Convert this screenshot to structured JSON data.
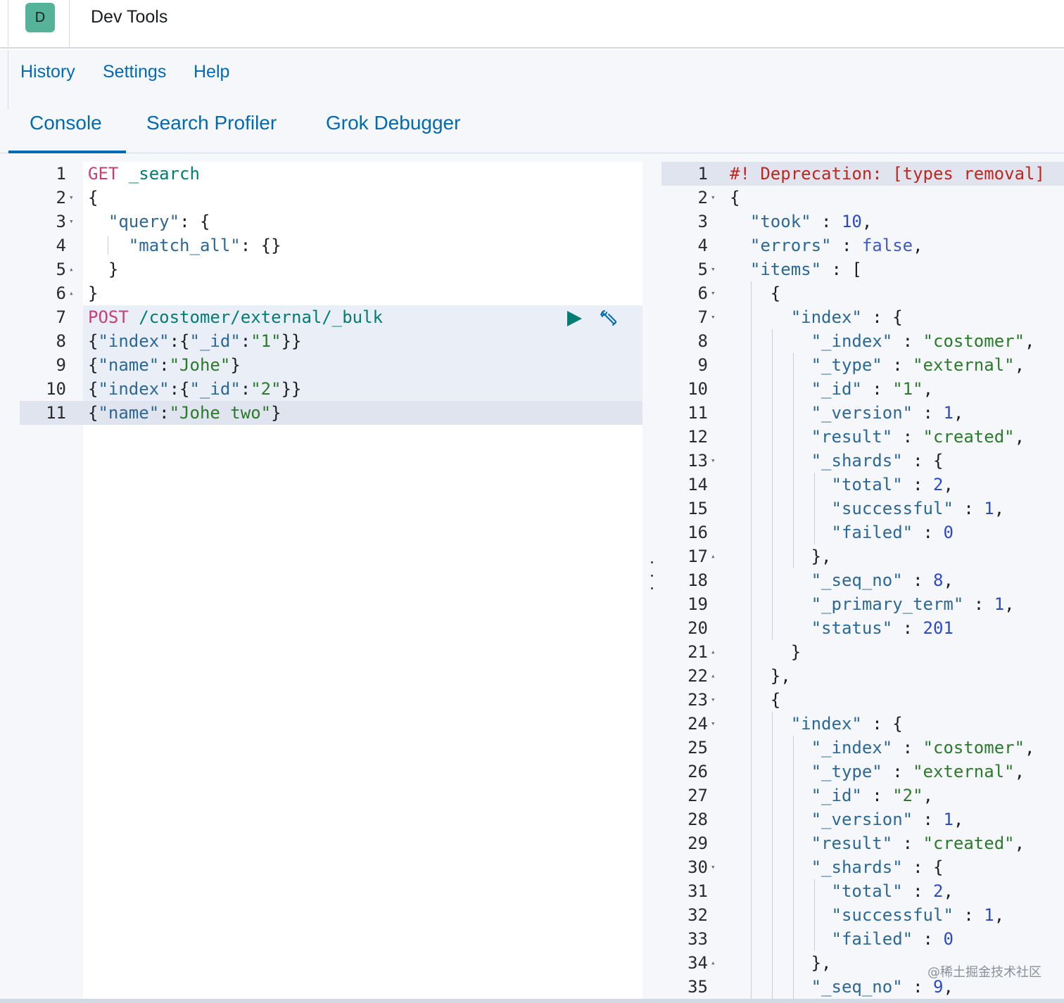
{
  "header": {
    "avatar_letter": "D",
    "app_title": "Dev Tools"
  },
  "menu": {
    "history": "History",
    "settings": "Settings",
    "help": "Help"
  },
  "tabs": [
    {
      "label": "Console",
      "active": true
    },
    {
      "label": "Search Profiler",
      "active": false
    },
    {
      "label": "Grok Debugger",
      "active": false
    }
  ],
  "colors": {
    "accent": "#006bb4",
    "avatar_bg": "#54b399",
    "run_button": "#017d73",
    "method": "#c4407c",
    "json_key": "#2c6895",
    "json_string": "#2b7a2b",
    "deprecation": "#bd271e"
  },
  "request_editor": {
    "lines": [
      {
        "n": "1",
        "fold": "",
        "tokens": [
          [
            "method",
            "GET"
          ],
          [
            "punc",
            " "
          ],
          [
            "url",
            "_search"
          ]
        ]
      },
      {
        "n": "2",
        "fold": "down",
        "tokens": [
          [
            "punc",
            "{"
          ]
        ]
      },
      {
        "n": "3",
        "fold": "down",
        "tokens": [
          [
            "punc",
            "  "
          ],
          [
            "key",
            "\"query\""
          ],
          [
            "punc",
            ": {"
          ]
        ]
      },
      {
        "n": "4",
        "fold": "",
        "tokens": [
          [
            "punc",
            "    "
          ],
          [
            "key",
            "\"match_all\""
          ],
          [
            "punc",
            ": {}"
          ]
        ]
      },
      {
        "n": "5",
        "fold": "up",
        "tokens": [
          [
            "punc",
            "  }"
          ]
        ]
      },
      {
        "n": "6",
        "fold": "up",
        "tokens": [
          [
            "punc",
            "}"
          ]
        ]
      },
      {
        "n": "7",
        "fold": "",
        "tokens": [
          [
            "method",
            "POST"
          ],
          [
            "punc",
            " "
          ],
          [
            "url",
            "/costomer/external/_bulk"
          ]
        ]
      },
      {
        "n": "8",
        "fold": "",
        "tokens": [
          [
            "punc",
            "{"
          ],
          [
            "key",
            "\"index\""
          ],
          [
            "punc",
            ":{"
          ],
          [
            "key",
            "\"_id\""
          ],
          [
            "punc",
            ":"
          ],
          [
            "str",
            "\"1\""
          ],
          [
            "punc",
            "}}"
          ]
        ]
      },
      {
        "n": "9",
        "fold": "",
        "tokens": [
          [
            "punc",
            "{"
          ],
          [
            "key",
            "\"name\""
          ],
          [
            "punc",
            ":"
          ],
          [
            "str",
            "\"Johe\""
          ],
          [
            "punc",
            "}"
          ]
        ]
      },
      {
        "n": "10",
        "fold": "",
        "tokens": [
          [
            "punc",
            "{"
          ],
          [
            "key",
            "\"index\""
          ],
          [
            "punc",
            ":{"
          ],
          [
            "key",
            "\"_id\""
          ],
          [
            "punc",
            ":"
          ],
          [
            "str",
            "\"2\""
          ],
          [
            "punc",
            "}}"
          ]
        ]
      },
      {
        "n": "11",
        "fold": "",
        "tokens": [
          [
            "punc",
            "{"
          ],
          [
            "key",
            "\"name\""
          ],
          [
            "punc",
            ":"
          ],
          [
            "str",
            "\"Johe two\""
          ],
          [
            "punc",
            "}"
          ]
        ]
      }
    ],
    "run_button": "play-icon",
    "settings_button": "wrench-icon"
  },
  "response_editor": {
    "lines": [
      {
        "n": "1",
        "fold": "",
        "tokens": [
          [
            "comment",
            "#! Deprecation: [types removal]"
          ]
        ]
      },
      {
        "n": "2",
        "fold": "down",
        "tokens": [
          [
            "punc",
            "{"
          ]
        ]
      },
      {
        "n": "3",
        "fold": "",
        "tokens": [
          [
            "punc",
            "  "
          ],
          [
            "key",
            "\"took\""
          ],
          [
            "punc",
            " : "
          ],
          [
            "num",
            "10"
          ],
          [
            "punc",
            ","
          ]
        ]
      },
      {
        "n": "4",
        "fold": "",
        "tokens": [
          [
            "punc",
            "  "
          ],
          [
            "key",
            "\"errors\""
          ],
          [
            "punc",
            " : "
          ],
          [
            "bool",
            "false"
          ],
          [
            "punc",
            ","
          ]
        ]
      },
      {
        "n": "5",
        "fold": "down",
        "tokens": [
          [
            "punc",
            "  "
          ],
          [
            "key",
            "\"items\""
          ],
          [
            "punc",
            " : ["
          ]
        ]
      },
      {
        "n": "6",
        "fold": "down",
        "tokens": [
          [
            "punc",
            "    {"
          ]
        ]
      },
      {
        "n": "7",
        "fold": "down",
        "tokens": [
          [
            "punc",
            "      "
          ],
          [
            "key",
            "\"index\""
          ],
          [
            "punc",
            " : {"
          ]
        ]
      },
      {
        "n": "8",
        "fold": "",
        "tokens": [
          [
            "punc",
            "        "
          ],
          [
            "key",
            "\"_index\""
          ],
          [
            "punc",
            " : "
          ],
          [
            "str",
            "\"costomer\""
          ],
          [
            "punc",
            ","
          ]
        ]
      },
      {
        "n": "9",
        "fold": "",
        "tokens": [
          [
            "punc",
            "        "
          ],
          [
            "key",
            "\"_type\""
          ],
          [
            "punc",
            " : "
          ],
          [
            "str",
            "\"external\""
          ],
          [
            "punc",
            ","
          ]
        ]
      },
      {
        "n": "10",
        "fold": "",
        "tokens": [
          [
            "punc",
            "        "
          ],
          [
            "key",
            "\"_id\""
          ],
          [
            "punc",
            " : "
          ],
          [
            "str",
            "\"1\""
          ],
          [
            "punc",
            ","
          ]
        ]
      },
      {
        "n": "11",
        "fold": "",
        "tokens": [
          [
            "punc",
            "        "
          ],
          [
            "key",
            "\"_version\""
          ],
          [
            "punc",
            " : "
          ],
          [
            "num",
            "1"
          ],
          [
            "punc",
            ","
          ]
        ]
      },
      {
        "n": "12",
        "fold": "",
        "tokens": [
          [
            "punc",
            "        "
          ],
          [
            "key",
            "\"result\""
          ],
          [
            "punc",
            " : "
          ],
          [
            "str",
            "\"created\""
          ],
          [
            "punc",
            ","
          ]
        ]
      },
      {
        "n": "13",
        "fold": "down",
        "tokens": [
          [
            "punc",
            "        "
          ],
          [
            "key",
            "\"_shards\""
          ],
          [
            "punc",
            " : {"
          ]
        ]
      },
      {
        "n": "14",
        "fold": "",
        "tokens": [
          [
            "punc",
            "          "
          ],
          [
            "key",
            "\"total\""
          ],
          [
            "punc",
            " : "
          ],
          [
            "num",
            "2"
          ],
          [
            "punc",
            ","
          ]
        ]
      },
      {
        "n": "15",
        "fold": "",
        "tokens": [
          [
            "punc",
            "          "
          ],
          [
            "key",
            "\"successful\""
          ],
          [
            "punc",
            " : "
          ],
          [
            "num",
            "1"
          ],
          [
            "punc",
            ","
          ]
        ]
      },
      {
        "n": "16",
        "fold": "",
        "tokens": [
          [
            "punc",
            "          "
          ],
          [
            "key",
            "\"failed\""
          ],
          [
            "punc",
            " : "
          ],
          [
            "num",
            "0"
          ]
        ]
      },
      {
        "n": "17",
        "fold": "up",
        "tokens": [
          [
            "punc",
            "        },"
          ]
        ]
      },
      {
        "n": "18",
        "fold": "",
        "tokens": [
          [
            "punc",
            "        "
          ],
          [
            "key",
            "\"_seq_no\""
          ],
          [
            "punc",
            " : "
          ],
          [
            "num",
            "8"
          ],
          [
            "punc",
            ","
          ]
        ]
      },
      {
        "n": "19",
        "fold": "",
        "tokens": [
          [
            "punc",
            "        "
          ],
          [
            "key",
            "\"_primary_term\""
          ],
          [
            "punc",
            " : "
          ],
          [
            "num",
            "1"
          ],
          [
            "punc",
            ","
          ]
        ]
      },
      {
        "n": "20",
        "fold": "",
        "tokens": [
          [
            "punc",
            "        "
          ],
          [
            "key",
            "\"status\""
          ],
          [
            "punc",
            " : "
          ],
          [
            "num",
            "201"
          ]
        ]
      },
      {
        "n": "21",
        "fold": "up",
        "tokens": [
          [
            "punc",
            "      }"
          ]
        ]
      },
      {
        "n": "22",
        "fold": "up",
        "tokens": [
          [
            "punc",
            "    },"
          ]
        ]
      },
      {
        "n": "23",
        "fold": "down",
        "tokens": [
          [
            "punc",
            "    {"
          ]
        ]
      },
      {
        "n": "24",
        "fold": "down",
        "tokens": [
          [
            "punc",
            "      "
          ],
          [
            "key",
            "\"index\""
          ],
          [
            "punc",
            " : {"
          ]
        ]
      },
      {
        "n": "25",
        "fold": "",
        "tokens": [
          [
            "punc",
            "        "
          ],
          [
            "key",
            "\"_index\""
          ],
          [
            "punc",
            " : "
          ],
          [
            "str",
            "\"costomer\""
          ],
          [
            "punc",
            ","
          ]
        ]
      },
      {
        "n": "26",
        "fold": "",
        "tokens": [
          [
            "punc",
            "        "
          ],
          [
            "key",
            "\"_type\""
          ],
          [
            "punc",
            " : "
          ],
          [
            "str",
            "\"external\""
          ],
          [
            "punc",
            ","
          ]
        ]
      },
      {
        "n": "27",
        "fold": "",
        "tokens": [
          [
            "punc",
            "        "
          ],
          [
            "key",
            "\"_id\""
          ],
          [
            "punc",
            " : "
          ],
          [
            "str",
            "\"2\""
          ],
          [
            "punc",
            ","
          ]
        ]
      },
      {
        "n": "28",
        "fold": "",
        "tokens": [
          [
            "punc",
            "        "
          ],
          [
            "key",
            "\"_version\""
          ],
          [
            "punc",
            " : "
          ],
          [
            "num",
            "1"
          ],
          [
            "punc",
            ","
          ]
        ]
      },
      {
        "n": "29",
        "fold": "",
        "tokens": [
          [
            "punc",
            "        "
          ],
          [
            "key",
            "\"result\""
          ],
          [
            "punc",
            " : "
          ],
          [
            "str",
            "\"created\""
          ],
          [
            "punc",
            ","
          ]
        ]
      },
      {
        "n": "30",
        "fold": "down",
        "tokens": [
          [
            "punc",
            "        "
          ],
          [
            "key",
            "\"_shards\""
          ],
          [
            "punc",
            " : {"
          ]
        ]
      },
      {
        "n": "31",
        "fold": "",
        "tokens": [
          [
            "punc",
            "          "
          ],
          [
            "key",
            "\"total\""
          ],
          [
            "punc",
            " : "
          ],
          [
            "num",
            "2"
          ],
          [
            "punc",
            ","
          ]
        ]
      },
      {
        "n": "32",
        "fold": "",
        "tokens": [
          [
            "punc",
            "          "
          ],
          [
            "key",
            "\"successful\""
          ],
          [
            "punc",
            " : "
          ],
          [
            "num",
            "1"
          ],
          [
            "punc",
            ","
          ]
        ]
      },
      {
        "n": "33",
        "fold": "",
        "tokens": [
          [
            "punc",
            "          "
          ],
          [
            "key",
            "\"failed\""
          ],
          [
            "punc",
            " : "
          ],
          [
            "num",
            "0"
          ]
        ]
      },
      {
        "n": "34",
        "fold": "up",
        "tokens": [
          [
            "punc",
            "        },"
          ]
        ]
      },
      {
        "n": "35",
        "fold": "",
        "tokens": [
          [
            "punc",
            "        "
          ],
          [
            "key",
            "\"_seq_no\""
          ],
          [
            "punc",
            " : "
          ],
          [
            "num",
            "9"
          ],
          [
            "punc",
            ","
          ]
        ]
      }
    ]
  },
  "watermark": "@稀土掘金技术社区"
}
